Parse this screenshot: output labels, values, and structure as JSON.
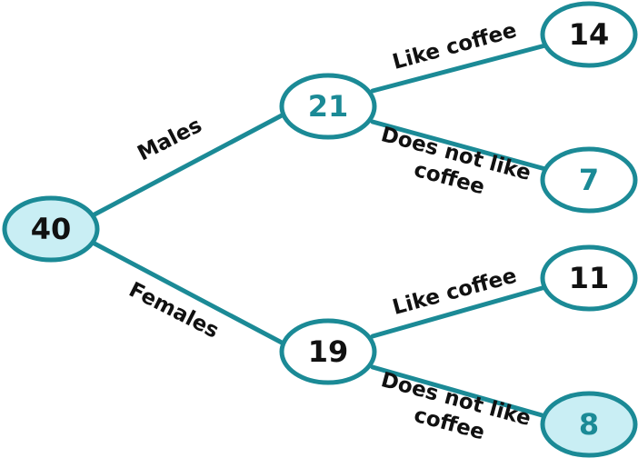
{
  "colors": {
    "stroke": "#1b8a96",
    "fill_highlight": "#c9eef4",
    "text_dark": "#111111",
    "text_teal": "#1b8a96"
  },
  "tree": {
    "root": {
      "value": "40"
    },
    "males": {
      "branch_label": "Males",
      "value": "21",
      "like": {
        "branch_label": "Like coffee",
        "value": "14"
      },
      "dislike": {
        "branch_label_line1": "Does not like",
        "branch_label_line2": "coffee",
        "value": "7"
      }
    },
    "females": {
      "branch_label": "Females",
      "value": "19",
      "like": {
        "branch_label": "Like coffee",
        "value": "11"
      },
      "dislike": {
        "branch_label_line1": "Does not like",
        "branch_label_line2": "coffee",
        "value": "8"
      }
    }
  }
}
